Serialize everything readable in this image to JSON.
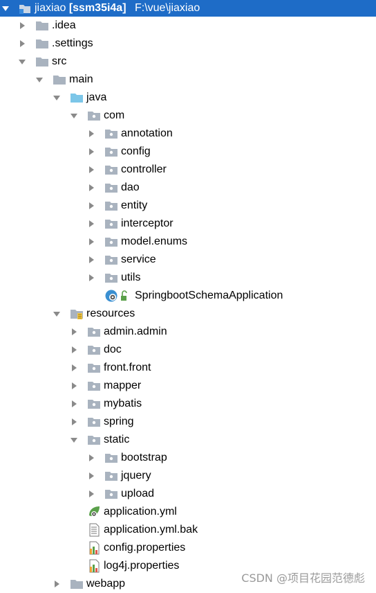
{
  "project": {
    "name": "jiaxiao",
    "module": "[ssm35i4a]",
    "path": "F:\\vue\\jiaxiao"
  },
  "tree": {
    "idea": ".idea",
    "settings": ".settings",
    "src": "src",
    "main": "main",
    "java": "java",
    "com": "com",
    "annotation": "annotation",
    "config": "config",
    "controller": "controller",
    "dao": "dao",
    "entity": "entity",
    "interceptor": "interceptor",
    "model_enums": "model.enums",
    "service": "service",
    "utils": "utils",
    "app_class": "SpringbootSchemaApplication",
    "resources": "resources",
    "admin_admin": "admin.admin",
    "doc": "doc",
    "front_front": "front.front",
    "mapper": "mapper",
    "mybatis": "mybatis",
    "spring": "spring",
    "static": "static",
    "bootstrap": "bootstrap",
    "jquery": "jquery",
    "upload": "upload",
    "application_yml": "application.yml",
    "application_yml_bak": "application.yml.bak",
    "config_properties": "config.properties",
    "log4j_properties": "log4j.properties",
    "webapp": "webapp"
  },
  "watermark": "CSDN @项目花园范德彪",
  "colors": {
    "selection": "#1e6cc7",
    "folder": "#a9b3bf",
    "source_folder": "#7cc6e8",
    "arrow": "#8a8a8a",
    "spring_green": "#5aa04a"
  }
}
